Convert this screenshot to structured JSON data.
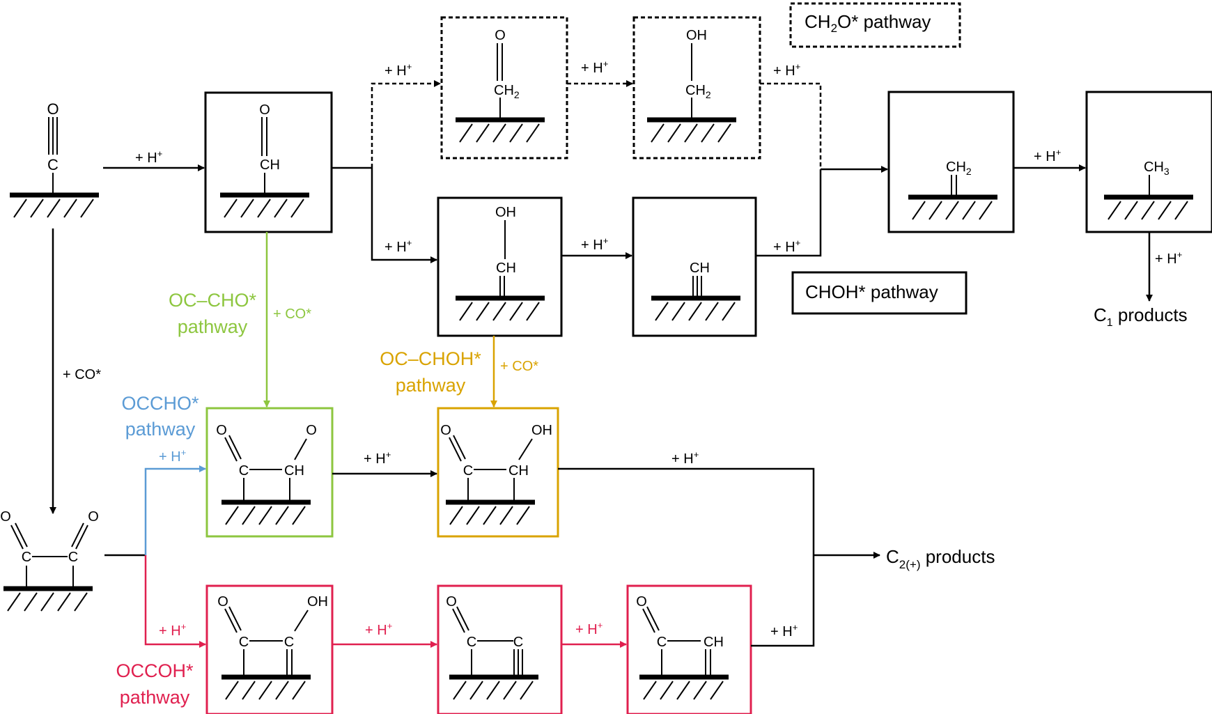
{
  "colors": {
    "black": "#000000",
    "ocCho": "#8dc63f",
    "ocChoh": "#d9a300",
    "occho": "#5b9bd5",
    "occoh": "#e0204f"
  },
  "legend": {
    "ch2o_pre": "CH",
    "ch2o_sub": "2",
    "ch2o_post": "O* pathway",
    "choh": "CHOH* pathway"
  },
  "pathways": {
    "oc_cho_l1": "OC–CHO*",
    "oc_cho_l2": "pathway",
    "oc_choh_l1": "OC–CHOH*",
    "oc_choh_l2": "pathway",
    "occho_l1": "OCCHO*",
    "occho_l2": "pathway",
    "occoh_l1": "OCCOH*",
    "occoh_l2": "pathway"
  },
  "steps": {
    "h": "+ H",
    "plus": "+",
    "co": "+ CO*"
  },
  "atoms": {
    "O": "O",
    "C": "C",
    "CH": "CH",
    "OH": "OH",
    "CH2_main": "CH",
    "CH2_sub": "2",
    "CH3_main": "CH",
    "CH3_sub": "3"
  },
  "products": {
    "c1_main": "C",
    "c1_sub": "1",
    "c1_post": " products",
    "c2_main": "C",
    "c2_sub": "2(+)",
    "c2_post": " products"
  }
}
